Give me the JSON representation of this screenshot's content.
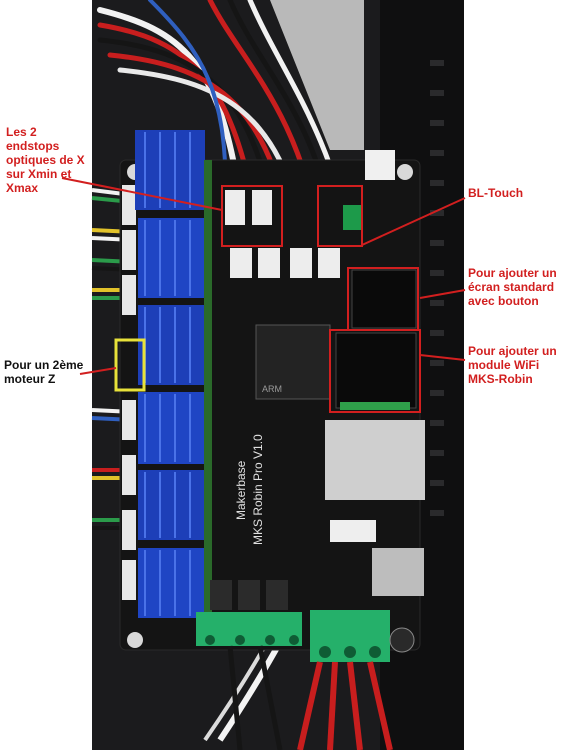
{
  "annotations": {
    "x_endstops": "Les 2\nendstops\noptiques de X\nsur Xmin et\nXmax",
    "second_z_motor": "Pour un 2ème\nmoteur Z",
    "bl_touch": "BL-Touch",
    "standard_screen": "Pour ajouter un\nécran standard\navec bouton",
    "wifi_module": "Pour ajouter un\nmodule WiFi\nMKS-Robin"
  },
  "board": {
    "brand": "Makerbase",
    "model": "MKS Robin Pro V1.0",
    "chip_brand": "ARM"
  },
  "colors": {
    "annotation_red": "#d21f1f",
    "highlight_yellow": "#e8e23a",
    "pcb_black": "#141414",
    "heatsink_blue": "#1d3fb8"
  }
}
